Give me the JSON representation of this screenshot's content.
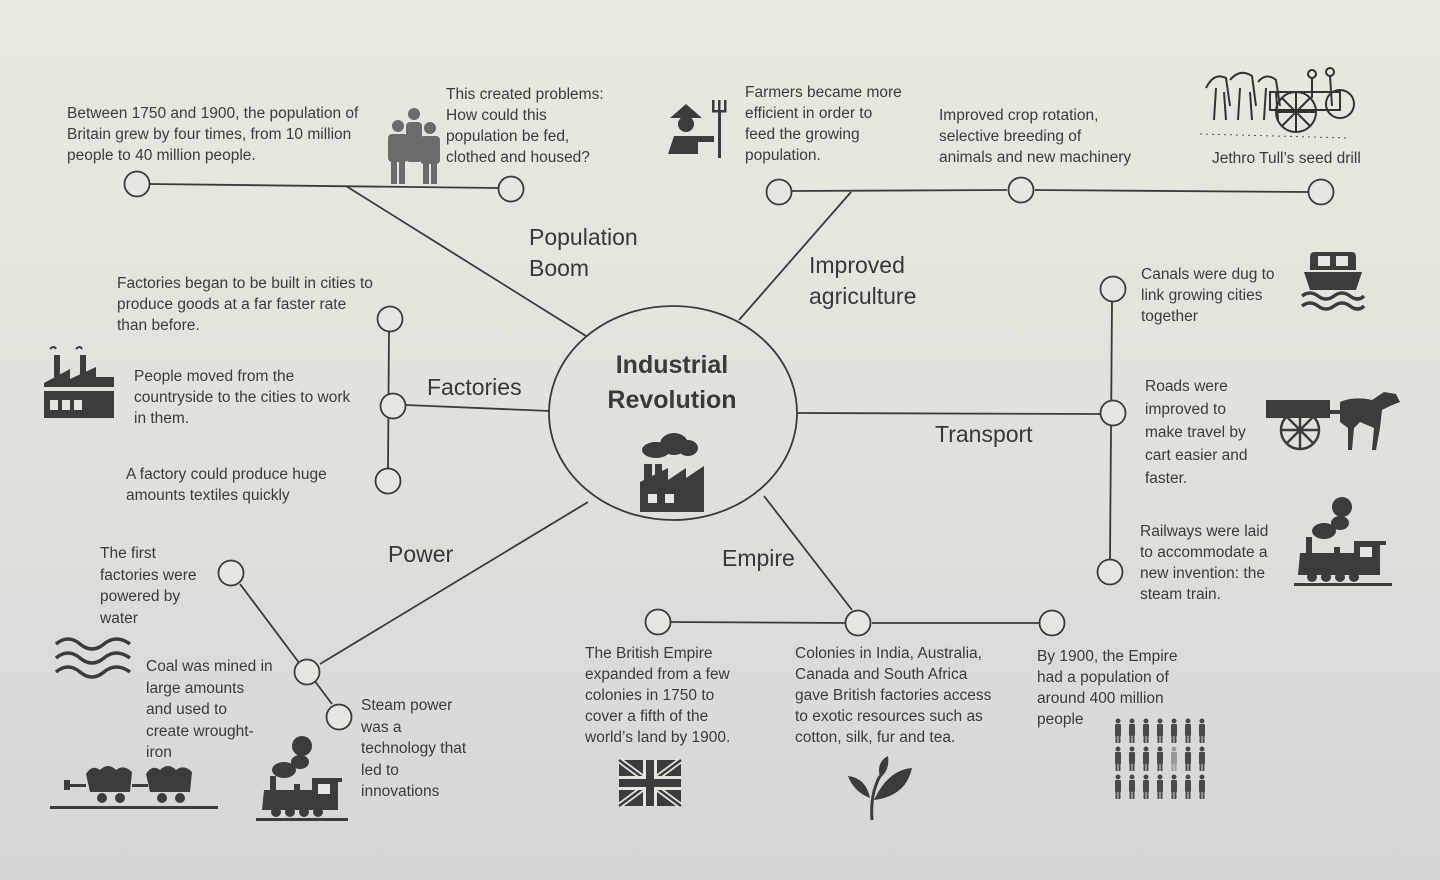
{
  "center": {
    "title": "Industrial\nRevolution",
    "icon": "factory-smoke-icon"
  },
  "colors": {
    "background": "#e4e4dd",
    "ink": "#3a3a3a",
    "icon_fill": "#3c3c3c"
  },
  "branches": {
    "population": {
      "label": "Population\nBoom",
      "nodes": [
        {
          "text": "Between 1750 and 1900, the population of\nBritain grew by four times, from 10 million\npeople to 40 million people."
        },
        {
          "text": "This created problems:\nHow could this\npopulation be fed,\nclothed and housed?",
          "icon": "people-group-icon"
        }
      ]
    },
    "agriculture": {
      "label": "Improved\nagriculture",
      "nodes": [
        {
          "text": "Farmers became more\nefficient in order to\nfeed the growing\npopulation.",
          "icon": "farmer-pitchfork-icon"
        },
        {
          "text": "Improved crop rotation,\nselective breeding of\nanimals and new machinery"
        },
        {
          "text": "Jethro Tull’s seed drill",
          "icon": "seed-drill-horses-icon"
        }
      ]
    },
    "factories": {
      "label": "Factories",
      "nodes": [
        {
          "text": "Factories began to be built in cities to\nproduce goods at a far faster rate\nthan before."
        },
        {
          "text": "People moved from the\ncountryside to the cities to work\nin them.",
          "icon": "factory-icon"
        },
        {
          "text": "A factory could produce huge\namounts textiles quickly"
        }
      ]
    },
    "transport": {
      "label": "Transport",
      "nodes": [
        {
          "text": "Canals were dug to\nlink growing cities\ntogether",
          "icon": "boat-icon"
        },
        {
          "text": "Roads were\nimproved to\nmake travel by\ncart easier and\nfaster.",
          "icon": "horse-cart-icon"
        },
        {
          "text": "Railways were laid\nto accommodate a\nnew invention: the\nsteam train.",
          "icon": "steam-train-icon"
        }
      ]
    },
    "power": {
      "label": "Power",
      "nodes": [
        {
          "text": "The first\nfactories were\npowered by\nwater",
          "icon": "water-waves-icon"
        },
        {
          "text": "Coal was mined in\nlarge amounts\nand used to\ncreate wrought-\niron",
          "icon": "coal-wagons-icon"
        },
        {
          "text": "Steam power\nwas a\ntechnology that\nled to\ninnovations",
          "icon": "steam-locomotive-icon"
        }
      ]
    },
    "empire": {
      "label": "Empire",
      "nodes": [
        {
          "text": "The British Empire\nexpanded from a few\ncolonies in 1750 to\ncover a fifth of the\nworld’s land by 1900.",
          "icon": "union-jack-flag-icon"
        },
        {
          "text": "Colonies in India, Australia,\nCanada and South Africa\ngave British factories access\nto exotic resources such as\ncotton, silk, fur and tea.",
          "icon": "tea-leaf-icon"
        },
        {
          "text": "By 1900, the Empire\nhad a population of\naround 400 million\npeople",
          "icon": "population-grid-icon"
        }
      ]
    }
  }
}
